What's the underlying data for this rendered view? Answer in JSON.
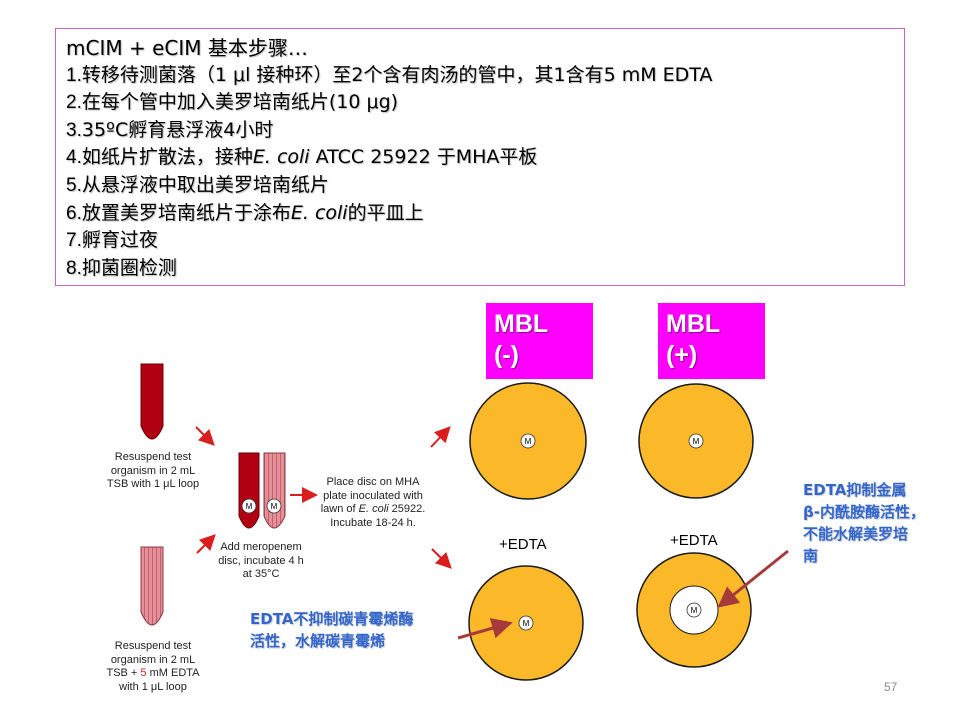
{
  "steps": {
    "title": "mCIM + eCIM  基本步骤…",
    "items": [
      {
        "num": "1.",
        "text": "转移待测菌落（1 μl 接种环）至2个含有肉汤的管中，其1含有5 mM EDTA"
      },
      {
        "num": "2.",
        "text": "在每个管中加入美罗培南纸片(10 μg)"
      },
      {
        "num": "3.",
        "text": "35ºC孵育悬浮液4小时"
      },
      {
        "num": "4.",
        "pre": "如纸片扩散法，接种",
        "italic": "E. coli",
        "post": " ATCC 25922 于MHA平板"
      },
      {
        "num": "5.",
        "text": "从悬浮液中取出美罗培南纸片"
      },
      {
        "num": "6.",
        "pre": "放置美罗培南纸片于涂布",
        "italic": "E. coli",
        "post": "的平皿上"
      },
      {
        "num": "7.",
        "text": "孵育过夜"
      },
      {
        "num": "8.",
        "text": "抑菌圈检测"
      }
    ]
  },
  "mbl_neg": {
    "line1": "MBL",
    "line2": "(-)"
  },
  "mbl_pos": {
    "line1": "MBL",
    "line2": "(+)"
  },
  "diagram": {
    "tube_top_label": [
      "Resuspend test",
      "organism in 2 mL",
      "TSB with 1 μL loop"
    ],
    "tube_bottom_label": {
      "l1": "Resuspend test",
      "l2": "organism in 2 mL",
      "l3_pre": "TSB + ",
      "l3_red": "5",
      "l3_post": " mM EDTA",
      "l4": "with 1 μL loop"
    },
    "meropenem_label": [
      "Add meropenem",
      "disc, incubate 4 h",
      "at 35°C"
    ],
    "place_disc_label": {
      "l1": "Place disc on MHA",
      "l2": "plate inoculated with",
      "l3_pre": "lawn of ",
      "l3_italic": "E. coli",
      "l3_post": " 25922.",
      "l4": "Incubate 18-24 h."
    },
    "disc_letter": "M",
    "edta_neg": "+EDTA",
    "edta_pos": "+EDTA"
  },
  "notes": {
    "neg": [
      "EDTA不抑制碳青霉烯酶",
      "活性，水解碳青霉烯"
    ],
    "pos": [
      "EDTA抑制金属",
      "β-内酰胺酶活性，",
      "不能水解美罗培",
      "南"
    ]
  },
  "page_number": "57",
  "colors": {
    "plate_fill": "#fbb829",
    "plate_stroke": "#1a1a1a",
    "tube_dark_red": "#b00012",
    "tube_pink": "#e58f98",
    "arrow_red": "#d91e1e",
    "note_arrow": "#a63a3a",
    "mbl_box": "#ff00ff",
    "note_blue": "#3366cc",
    "box_border": "#c864c8"
  }
}
